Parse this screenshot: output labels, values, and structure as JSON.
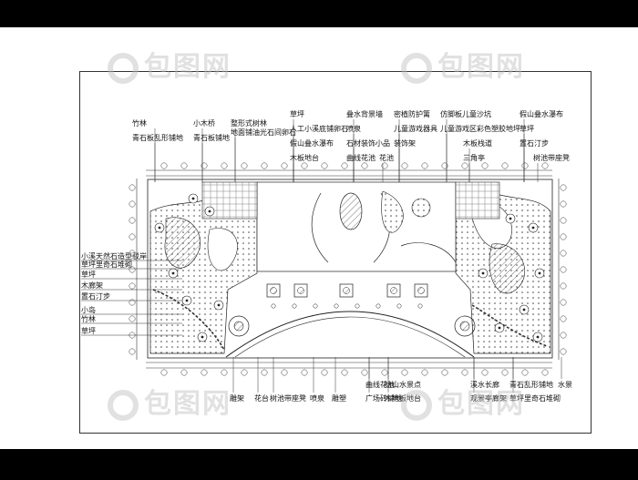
{
  "labels": {
    "top": [
      "竹林",
      "青石板乱形铺地",
      "小木桥",
      "青石板铺地",
      "整形式树林",
      "地面铺油光石间卵石",
      "草坪",
      "人工小溪底铺卵石",
      "假山叠水瀑布",
      "木板地台",
      "叠水背景墙",
      "喷泉",
      "石材装饰小品",
      "曲线花池",
      "花池",
      "密植防护篱",
      "儿童游戏器具",
      "装饰架",
      "仿脚板儿童沙坑",
      "儿童游戏区彩色塑胶地坪",
      "木板栈道",
      "三角亭",
      "假山叠水瀑布",
      "草坪",
      "置石汀步",
      "树池带座凳"
    ],
    "left": [
      "小溪天然石造型驳岸",
      "草坪里奇石堆砌",
      "草坪",
      "木廊架",
      "置石汀步",
      "小岛",
      "竹林",
      "草坪"
    ],
    "bottom": [
      "雕架",
      "花台",
      "树池带座凳",
      "喷泉",
      "雕塑",
      "曲线花池",
      "广场砖铺地",
      "枯山水景点",
      "木地板地台",
      "溪水长廊",
      "观景亭廊架",
      "青石乱形铺地",
      "草坪里奇石堆砌",
      "水景"
    ]
  },
  "watermark": {
    "text": "包图网"
  },
  "colors": {
    "background": "#ffffff",
    "frame": "#000000",
    "line": "#222222",
    "hatch": "#555555",
    "watermark": "#bdbdbd"
  }
}
